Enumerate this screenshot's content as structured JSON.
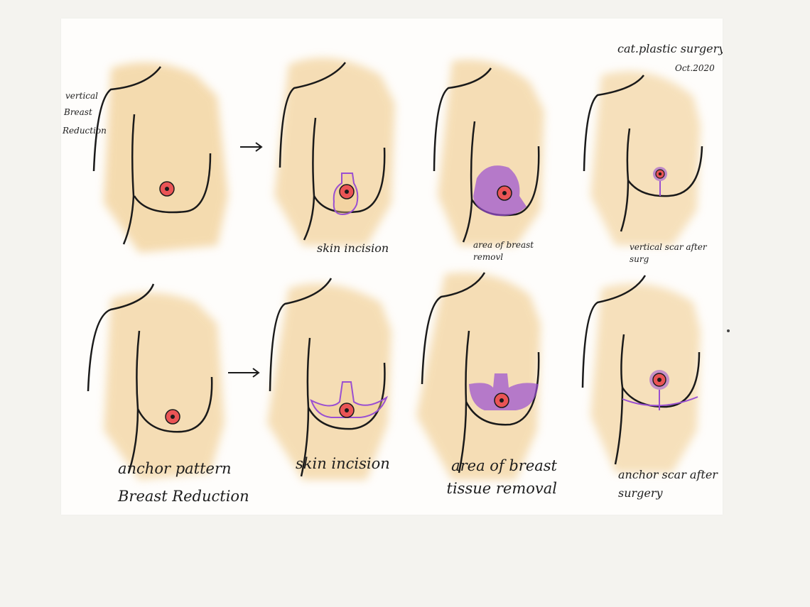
{
  "header": {
    "brand": "cat.plastic surgery",
    "date": "Oct.2020"
  },
  "rows": [
    {
      "title_lines": [
        "vertical",
        "Breast",
        "Reduction"
      ],
      "captions": [
        "skin incision",
        "area of breast removl",
        "vertical scar after surg"
      ]
    },
    {
      "title_lines": [
        "anchor pattern",
        "Breast Reduction"
      ],
      "captions": [
        "skin incision",
        "area of breast tissue removal",
        "anchor scar after surgery"
      ]
    }
  ],
  "colors": {
    "skin": "#f0c987",
    "outline": "#1a1a1a",
    "nipple": "#ea5455",
    "incision": "#9a4fd1",
    "paper": "#fefdfb",
    "background": "#f4f3ef"
  },
  "icons": [
    "right-arrow-icon"
  ]
}
